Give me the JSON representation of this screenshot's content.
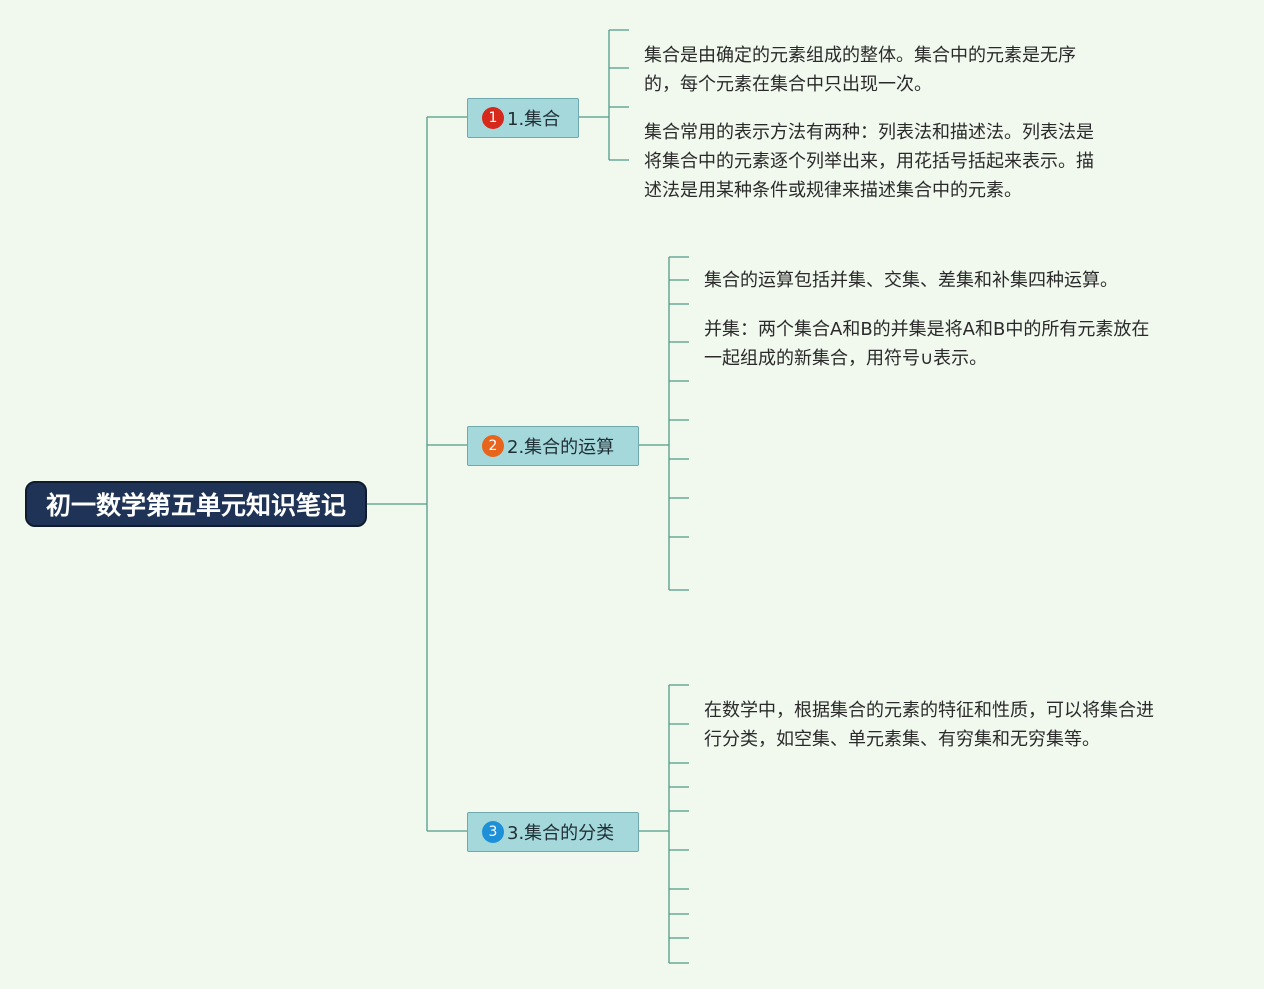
{
  "root": {
    "title": "初一数学第五单元知识笔记"
  },
  "topics": [
    {
      "number": "1",
      "label": "1.集合",
      "badge_color": "#d6281b",
      "notes": [
        [
          "集合是由确定的元素组成的整体。集合中的元素是无序",
          "的，每个元素在集合中只出现一次。"
        ],
        [
          "集合常用的表示方法有两种：列表法和描述法。列表法是",
          "将集合中的元素逐个列举出来，用花括号括起来表示。描",
          "述法是用某种条件或规律来描述集合中的元素。"
        ]
      ]
    },
    {
      "number": "2",
      "label": "2.集合的运算",
      "badge_color": "#e8641c",
      "notes": [
        [
          "集合的运算包括并集、交集、差集和补集四种运算。"
        ],
        [
          "并集：两个集合A和B的并集是将A和B中的所有元素放在",
          "一起组成的新集合，用符号∪表示。"
        ]
      ]
    },
    {
      "number": "3",
      "label": "3.集合的分类",
      "badge_color": "#1e90d8",
      "notes": [
        [
          "在数学中，根据集合的元素的特征和性质，可以将集合进",
          "行分类，如空集、单元素集、有穷集和无穷集等。"
        ]
      ]
    }
  ],
  "colors": {
    "background": "#f1f9ef",
    "connector": "#4f9c88",
    "root_fill": "#1e3355",
    "topic_fill": "#a5d8db"
  }
}
